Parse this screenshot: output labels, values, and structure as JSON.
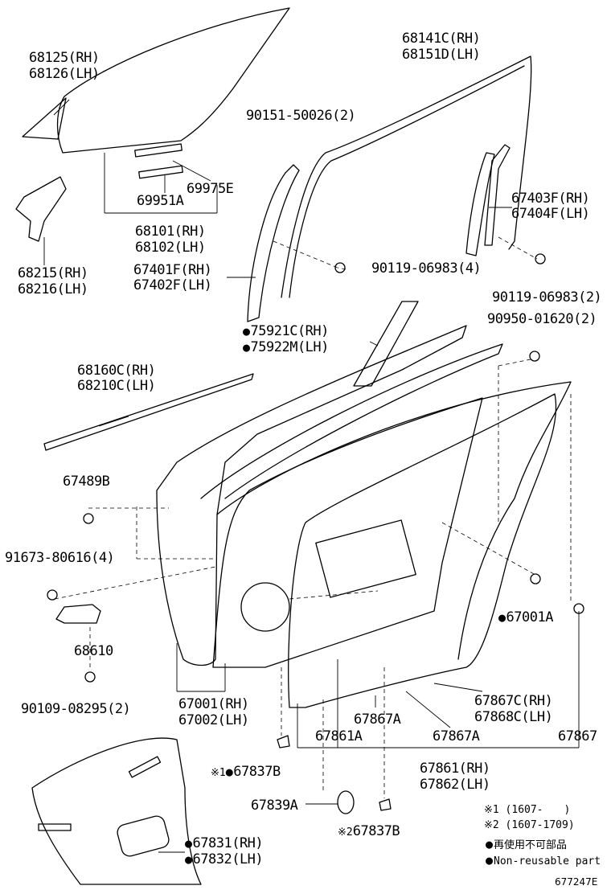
{
  "labels": {
    "p68125": "68125(RH)",
    "p68126": "68126(LH)",
    "p68141": "68141C(RH)",
    "p68151": "68151D(LH)",
    "p90151": "90151-50026(2)",
    "p69975": "69975E",
    "p69951": "69951A",
    "p67403": "67403F(RH)",
    "p67404": "67404F(LH)",
    "p68101": "68101(RH)",
    "p68102": "68102(LH)",
    "p68215": "68215(RH)",
    "p68216": "68216(LH)",
    "p67401": "67401F(RH)",
    "p67402": "67402F(LH)",
    "p90119a": "90119-06983(4)",
    "p90119b": "90119-06983(2)",
    "p75921": "75921C(RH)",
    "p75922": "75922M(LH)",
    "p90950": "90950-01620(2)",
    "p68160": "68160C(RH)",
    "p68210": "68210C(LH)",
    "p67489": "67489B",
    "p91673": "91673-80616(4)",
    "p67001a": "67001A",
    "p68610": "68610",
    "p90109": "90109-08295(2)",
    "p67001": "67001(RH)",
    "p67002": "67002(LH)",
    "p67867c": "67867C(RH)",
    "p67868c": "67868C(LH)",
    "p67867a1": "67867A",
    "p67861a": "67861A",
    "p67867a2": "67867A",
    "p67867": "67867",
    "p67837b1": "67837B",
    "p67861": "67861(RH)",
    "p67862": "67862(LH)",
    "p67839a": "67839A",
    "p67837b2": "67837B",
    "p67831": "67831(RH)",
    "p67832": "67832(LH)"
  },
  "marks": {
    "m1": "※1",
    "m2": "※2"
  },
  "legend": {
    "n1": "※1 (1607-　　)",
    "n2": "※2 (1607-1709)",
    "reuse_jp": "再使用不可部品",
    "reuse_en": "Non-reusable part"
  },
  "ref_code": "677247E"
}
